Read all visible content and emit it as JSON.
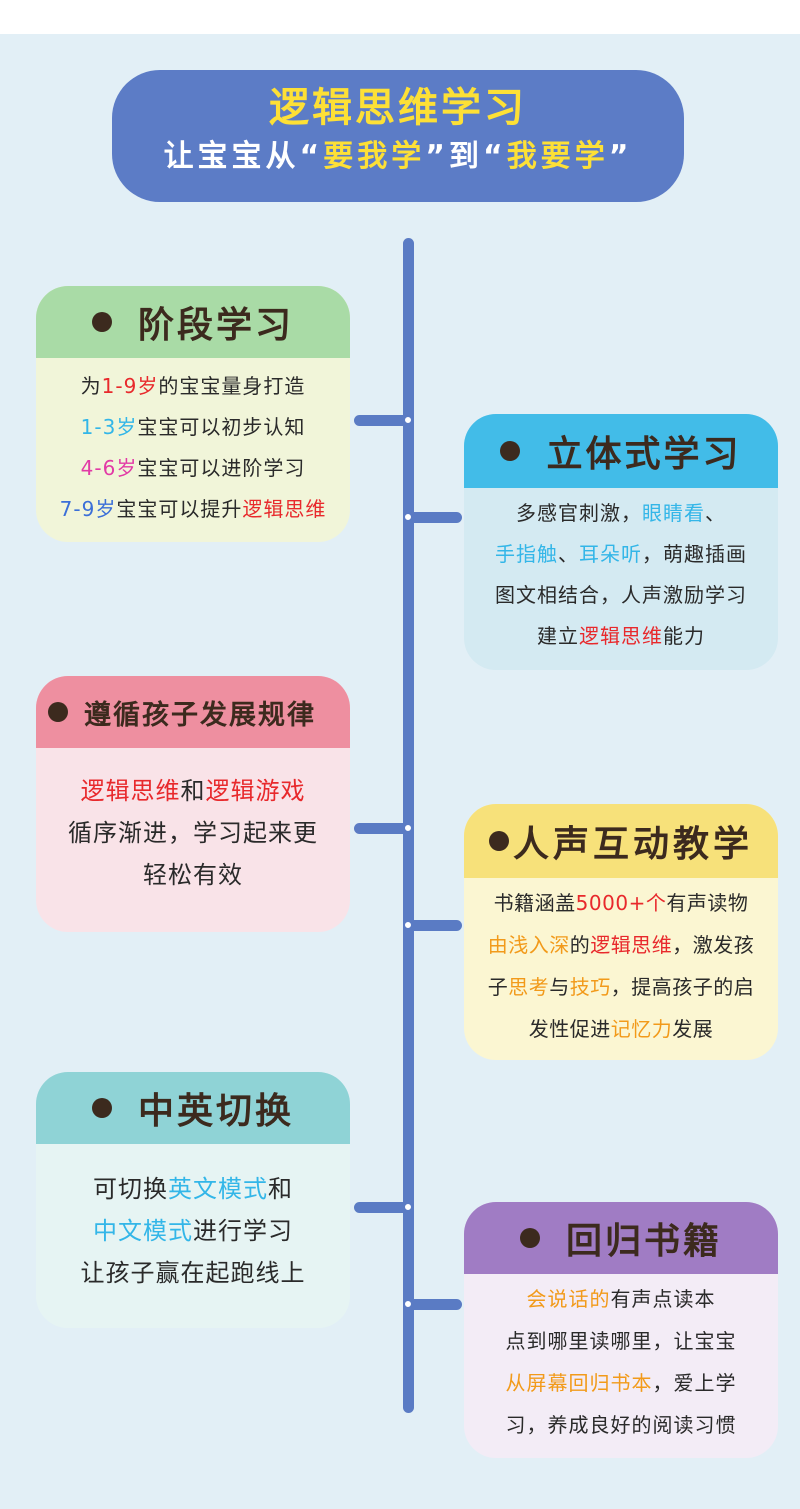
{
  "banner": {
    "title": "逻辑思维学习",
    "sub_pre": "让宝宝从“",
    "sub_hl1": "要我学",
    "sub_mid": "”到“",
    "sub_hl2": "我要学",
    "sub_post": "”"
  },
  "cards": {
    "stage": {
      "title": "阶段学习",
      "l1_a": "为",
      "l1_b": "1-9岁",
      "l1_c": "的宝宝量身打造",
      "l2_a": "1-3岁",
      "l2_b": "宝宝可以初步认知",
      "l3_a": "4-6岁",
      "l3_b": "宝宝可以进阶学习",
      "l4_a": "7-9岁",
      "l4_b": "宝宝可以提升",
      "l4_c": "逻辑思维"
    },
    "immersive": {
      "title": "立体式学习",
      "l1_a": "多感官刺激，",
      "l1_b": "眼睛看",
      "l1_c": "、",
      "l2_a": "手指触",
      "l2_b": "、",
      "l2_c": "耳朵听",
      "l2_d": "，萌趣插画",
      "l3": "图文相结合，人声激励学习",
      "l4_a": "建立",
      "l4_b": "逻辑思维",
      "l4_c": "能力"
    },
    "development": {
      "title": "遵循孩子发展规律",
      "l1_a": "逻辑思维",
      "l1_b": "和",
      "l1_c": "逻辑游戏",
      "l2": "循序渐进，学习起来更",
      "l3": "轻松有效"
    },
    "voice": {
      "title": "人声互动教学",
      "l1_a": "书籍涵盖",
      "l1_b": "5000+个",
      "l1_c": "有声读物",
      "l2_a": "由浅入深",
      "l2_b": "的",
      "l2_c": "逻辑思维",
      "l2_d": "，激发孩",
      "l3_a": "子",
      "l3_b": "思考",
      "l3_c": "与",
      "l3_d": "技巧",
      "l3_e": "，提高孩子的启",
      "l4_a": "发性促进",
      "l4_b": "记忆力",
      "l4_c": "发展"
    },
    "language": {
      "title": "中英切换",
      "l1_a": "可切换",
      "l1_b": "英文模式",
      "l1_c": "和",
      "l2_a": "中文模式",
      "l2_b": "进行学习",
      "l3": "让孩子赢在起跑线上"
    },
    "books": {
      "title": "回归书籍",
      "l1_a": "会说话的",
      "l1_b": "有声点读本",
      "l2": "点到哪里读哪里，让宝宝",
      "l3_a": "从屏幕回归书本",
      "l3_b": "，爱上学",
      "l4": "习，养成良好的阅读习惯"
    }
  }
}
